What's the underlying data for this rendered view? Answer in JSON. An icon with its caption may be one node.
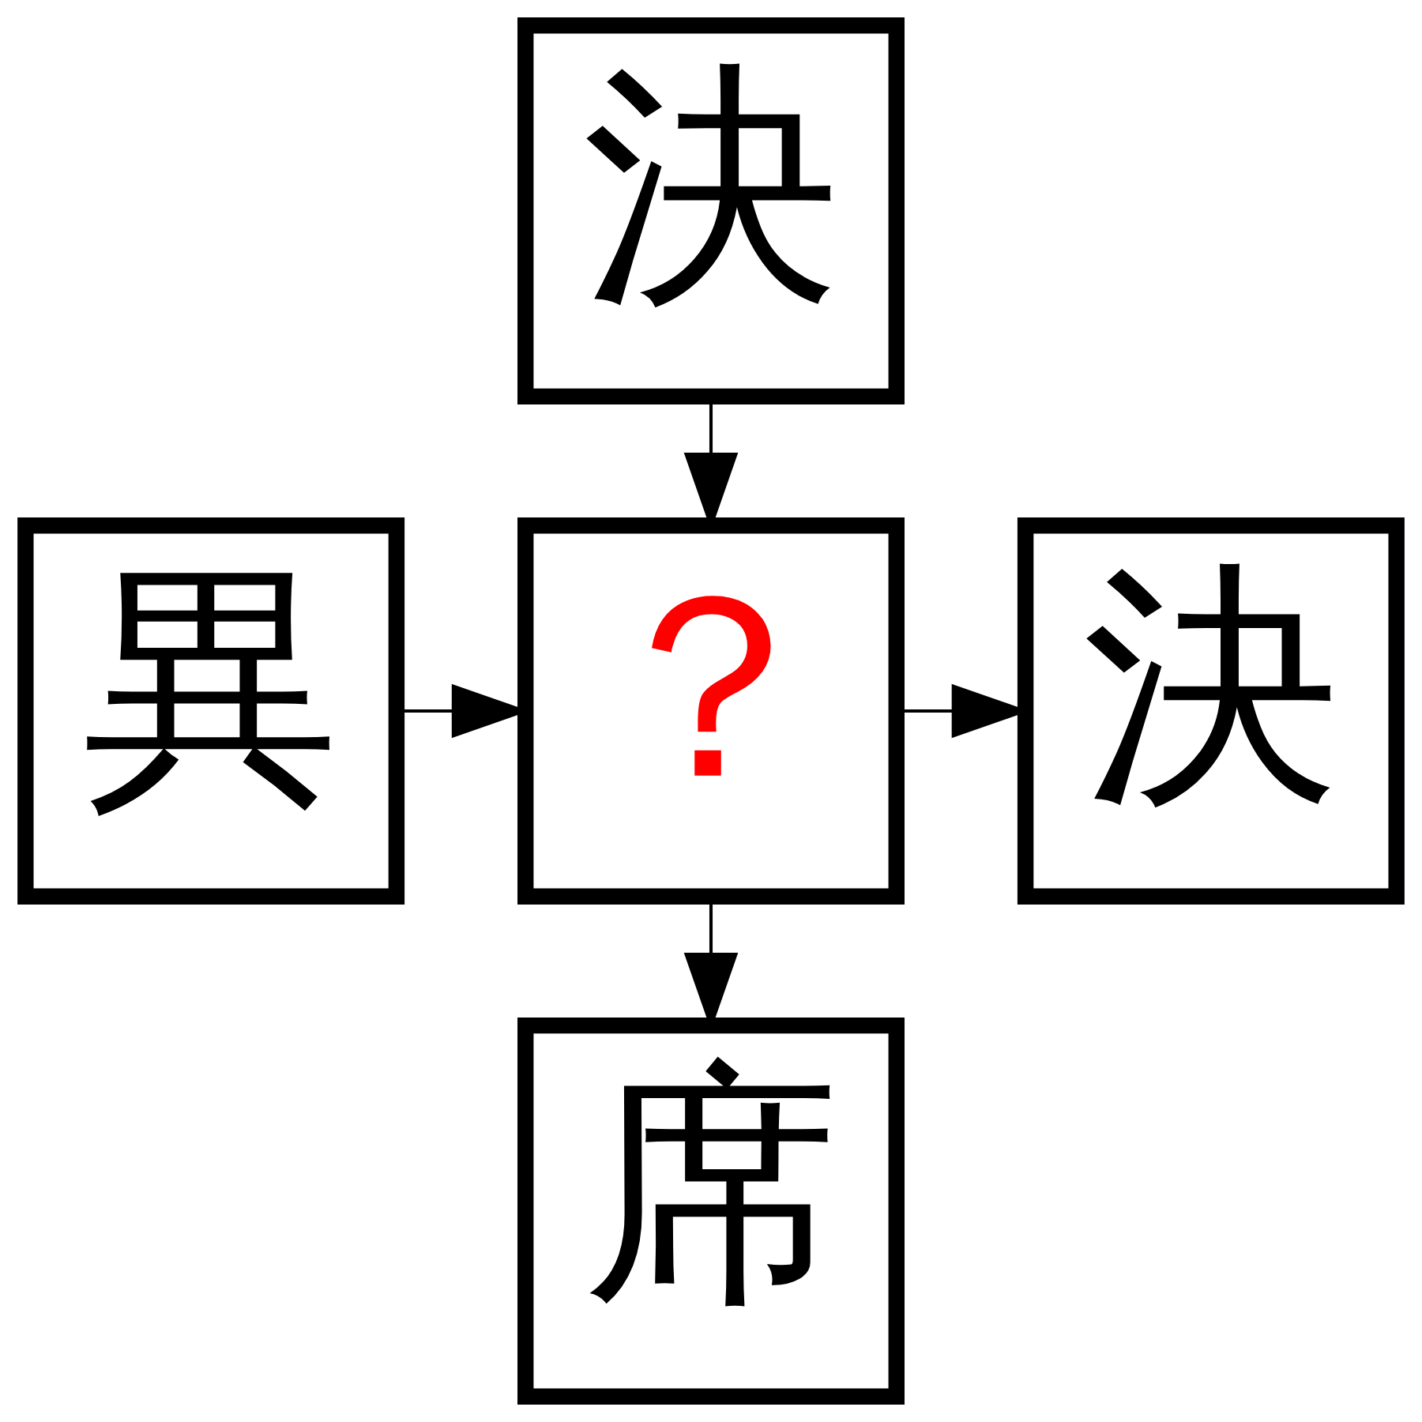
{
  "diagram": {
    "nodes": [
      {
        "text": [
          "決"
        ]
      },
      {
        "text": [
          "異"
        ]
      },
      {
        "text": [
          "？"
        ]
      },
      {
        "text": [
          "決"
        ]
      },
      {
        "text": [
          "席"
        ]
      }
    ],
    "edges": [
      {
        "from": 0,
        "to": 2,
        "arrow": "to"
      },
      {
        "from": 1,
        "to": 2,
        "arrow": "to"
      },
      {
        "from": 2,
        "to": 3,
        "arrow": "to"
      },
      {
        "from": 2,
        "to": 4,
        "arrow": "to"
      }
    ]
  }
}
